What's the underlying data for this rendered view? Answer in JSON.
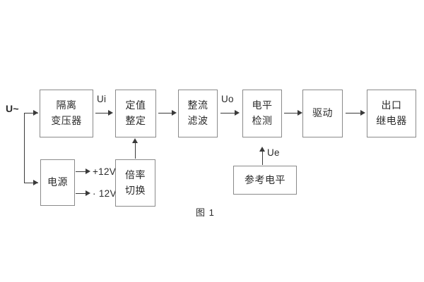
{
  "figure": {
    "caption": "图 1",
    "input_label": "U~",
    "colors": {
      "box_border": "#8a8a8a",
      "wire": "#3a3a3a",
      "text": "#2b2b2b",
      "background": "#ffffff"
    }
  },
  "blocks": [
    {
      "id": "isolation-transformer",
      "line1": "隔离",
      "line2": "变压器"
    },
    {
      "id": "setting-value",
      "line1": "定值",
      "line2": "整定"
    },
    {
      "id": "rectifier-filter",
      "line1": "整流",
      "line2": "滤波"
    },
    {
      "id": "level-detection",
      "line1": "电平",
      "line2": "检测"
    },
    {
      "id": "driver",
      "line1": "驱动",
      "line2": ""
    },
    {
      "id": "output-relay",
      "line1": "出口",
      "line2": "继电器"
    },
    {
      "id": "power-supply",
      "line1": "电源",
      "line2": ""
    },
    {
      "id": "multiplier-switch",
      "line1": "倍率",
      "line2": "切换"
    },
    {
      "id": "reference-level",
      "line1": "参考电平",
      "line2": ""
    }
  ],
  "signals": {
    "ui": "Ui",
    "uo": "Uo",
    "ue": "Ue",
    "supply_positive": "+12V",
    "supply_negative": "· 12V"
  }
}
